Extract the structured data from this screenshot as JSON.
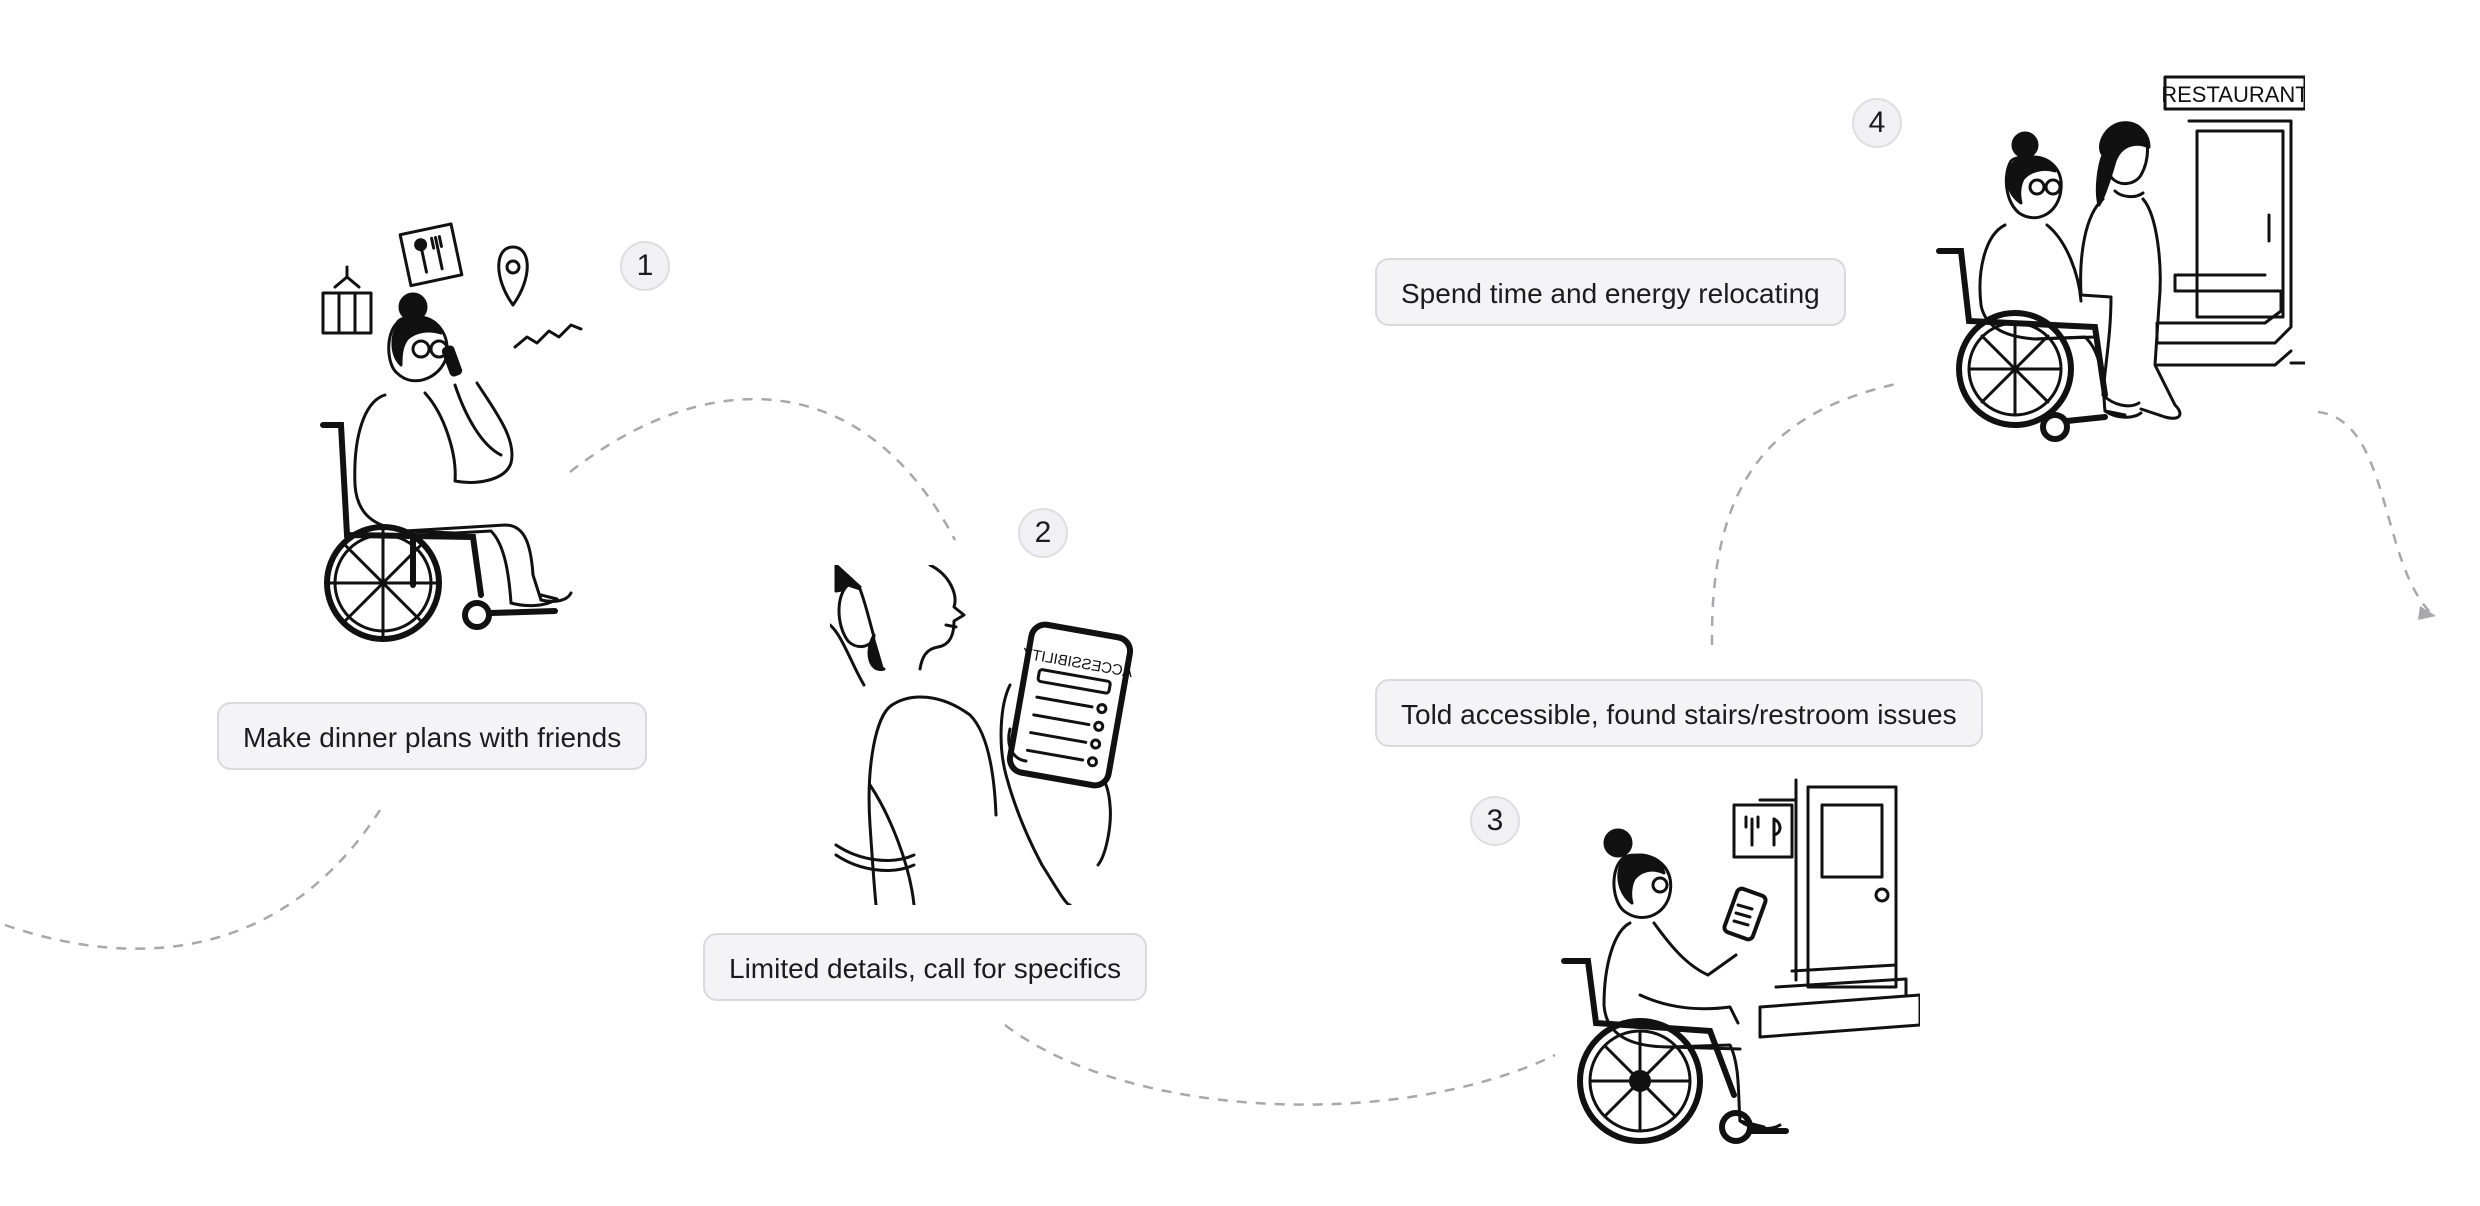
{
  "steps": [
    {
      "number": "1",
      "label": "Make dinner plans with friends"
    },
    {
      "number": "2",
      "label": "Limited details, call for specifics"
    },
    {
      "number": "3",
      "label": "Told accessible, found stairs/restroom issues"
    },
    {
      "number": "4",
      "label": "Spend time and energy relocating"
    }
  ],
  "phone_screen_text": "ACCESSIBILITY",
  "restaurant_sign_text": "RESTAURANT",
  "colors": {
    "line": "#a8a8ac",
    "ink": "#111111",
    "pill_bg": "#f4f4f6",
    "pill_border": "#d9d9de"
  }
}
